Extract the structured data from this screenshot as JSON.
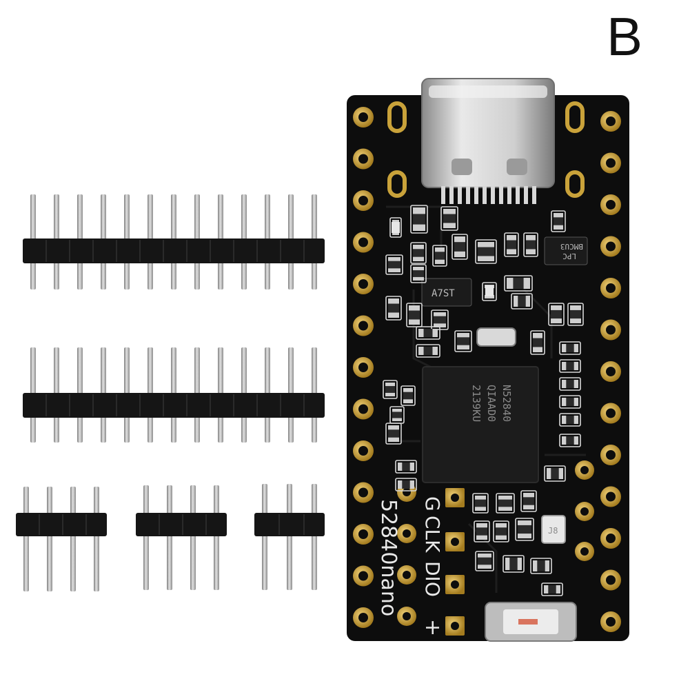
{
  "variant_label": "B",
  "board": {
    "silkscreen_name": "52840nano",
    "swd_labels": [
      "G",
      "CLK",
      "DIO",
      "+"
    ],
    "mcu_marking": [
      "N52840",
      "QIAAD0",
      "2139KU"
    ],
    "regulator_marking": "A7ST",
    "ic_marking": [
      "LPC",
      "BMCU3"
    ],
    "sensor_marking": "J8"
  },
  "header_strips": [
    {
      "name": "header-strip-12pin-top",
      "pins": 13
    },
    {
      "name": "header-strip-12pin-middle",
      "pins": 13
    },
    {
      "name": "header-strip-4pin-left",
      "pins": 4
    },
    {
      "name": "header-strip-4pin-center",
      "pins": 4
    },
    {
      "name": "header-strip-3pin-right",
      "pins": 3
    }
  ],
  "colors": {
    "pcb": "#0d0d0d",
    "gold_pad": "#c9a23a",
    "pin_metal": "#b5b5b5",
    "plastic": "#151515"
  }
}
